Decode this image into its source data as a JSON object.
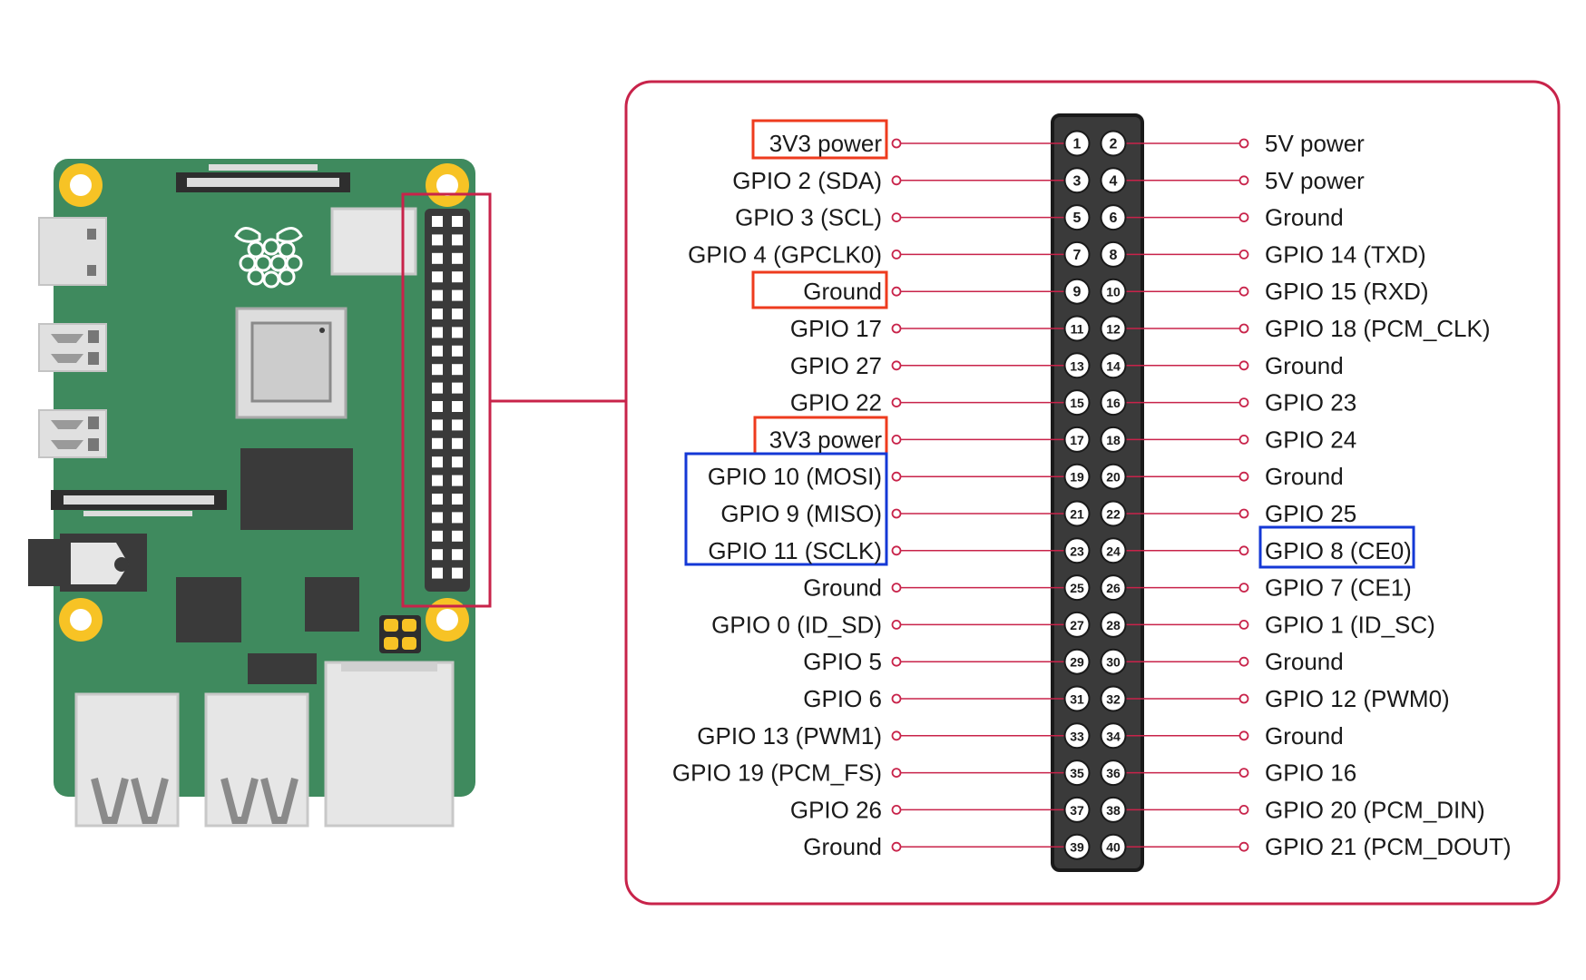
{
  "colors": {
    "board_green": "#3f8a5e",
    "mount_hole_yellow": "#f7c325",
    "callout_crimson": "#c8234a",
    "header_dark": "#3a3a3a",
    "highlight_red": "#ee3b1e",
    "highlight_blue": "#1438d6"
  },
  "pins": [
    {
      "num": "1",
      "label": "3V3 power",
      "highlight": "red"
    },
    {
      "num": "2",
      "label": "5V power",
      "highlight": "none"
    },
    {
      "num": "3",
      "label": "GPIO 2 (SDA)",
      "highlight": "none"
    },
    {
      "num": "4",
      "label": "5V power",
      "highlight": "none"
    },
    {
      "num": "5",
      "label": "GPIO 3 (SCL)",
      "highlight": "none"
    },
    {
      "num": "6",
      "label": "Ground",
      "highlight": "none"
    },
    {
      "num": "7",
      "label": "GPIO 4 (GPCLK0)",
      "highlight": "none"
    },
    {
      "num": "8",
      "label": "GPIO 14 (TXD)",
      "highlight": "none"
    },
    {
      "num": "9",
      "label": "Ground",
      "highlight": "red"
    },
    {
      "num": "10",
      "label": "GPIO 15 (RXD)",
      "highlight": "none"
    },
    {
      "num": "11",
      "label": "GPIO 17",
      "highlight": "none"
    },
    {
      "num": "12",
      "label": "GPIO 18 (PCM_CLK)",
      "highlight": "none"
    },
    {
      "num": "13",
      "label": "GPIO 27",
      "highlight": "none"
    },
    {
      "num": "14",
      "label": "Ground",
      "highlight": "none"
    },
    {
      "num": "15",
      "label": "GPIO 22",
      "highlight": "none"
    },
    {
      "num": "16",
      "label": "GPIO 23",
      "highlight": "none"
    },
    {
      "num": "17",
      "label": "3V3 power",
      "highlight": "red"
    },
    {
      "num": "18",
      "label": "GPIO 24",
      "highlight": "none"
    },
    {
      "num": "19",
      "label": "GPIO 10 (MOSI)",
      "highlight": "blue-group"
    },
    {
      "num": "20",
      "label": "Ground",
      "highlight": "none"
    },
    {
      "num": "21",
      "label": "GPIO 9 (MISO)",
      "highlight": "blue-group"
    },
    {
      "num": "22",
      "label": "GPIO 25",
      "highlight": "none"
    },
    {
      "num": "23",
      "label": "GPIO 11 (SCLK)",
      "highlight": "blue-group"
    },
    {
      "num": "24",
      "label": "GPIO 8 (CE0)",
      "highlight": "blue"
    },
    {
      "num": "25",
      "label": "Ground",
      "highlight": "none"
    },
    {
      "num": "26",
      "label": "GPIO 7 (CE1)",
      "highlight": "none"
    },
    {
      "num": "27",
      "label": "GPIO 0 (ID_SD)",
      "highlight": "none"
    },
    {
      "num": "28",
      "label": "GPIO 1 (ID_SC)",
      "highlight": "none"
    },
    {
      "num": "29",
      "label": "GPIO 5",
      "highlight": "none"
    },
    {
      "num": "30",
      "label": "Ground",
      "highlight": "none"
    },
    {
      "num": "31",
      "label": "GPIO 6",
      "highlight": "none"
    },
    {
      "num": "32",
      "label": "GPIO 12 (PWM0)",
      "highlight": "none"
    },
    {
      "num": "33",
      "label": "GPIO 13 (PWM1)",
      "highlight": "none"
    },
    {
      "num": "34",
      "label": "Ground",
      "highlight": "none"
    },
    {
      "num": "35",
      "label": "GPIO 19 (PCM_FS)",
      "highlight": "none"
    },
    {
      "num": "36",
      "label": "GPIO 16",
      "highlight": "none"
    },
    {
      "num": "37",
      "label": "GPIO 26",
      "highlight": "none"
    },
    {
      "num": "38",
      "label": "GPIO 20 (PCM_DIN)",
      "highlight": "none"
    },
    {
      "num": "39",
      "label": "Ground",
      "highlight": "none"
    },
    {
      "num": "40",
      "label": "GPIO 21 (PCM_DOUT)",
      "highlight": "none"
    }
  ]
}
